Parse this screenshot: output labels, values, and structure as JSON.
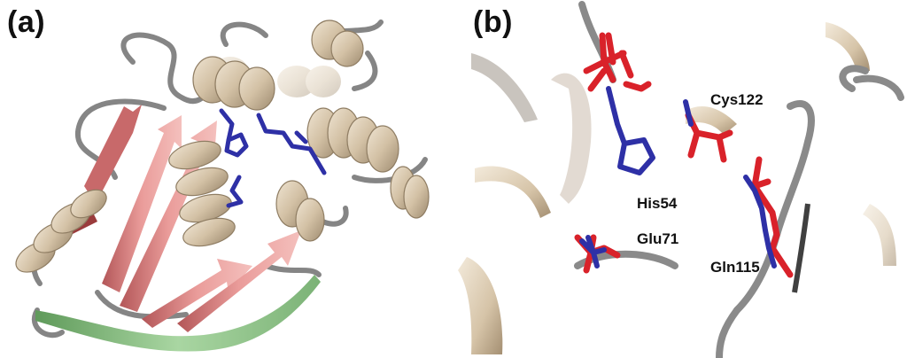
{
  "panels": [
    {
      "label": "(a)"
    },
    {
      "label": "(b)"
    }
  ],
  "residues": {
    "cys": "Cys122",
    "his": "His54",
    "glu": "Glu71",
    "gln": "Gln115"
  },
  "colors": {
    "helix": "#d8c7ad",
    "helix_dark": "#a8957a",
    "strand": "#e79a98",
    "strand_dark": "#8c3a3c",
    "strand_green": "#8fc48a",
    "coil": "#8a8a8a",
    "reference_residue": "#2e30a6",
    "model_residue": "#d9222a"
  }
}
